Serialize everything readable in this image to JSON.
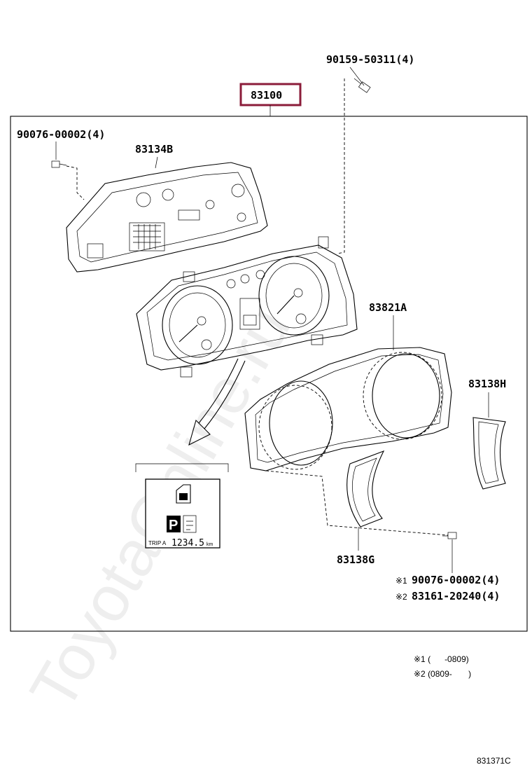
{
  "main_part": {
    "number": "83100",
    "highlight_color": "#8b1c3a"
  },
  "callouts": {
    "screw_top": "90159-50311(4)",
    "screw_left": "90076-00002(4)",
    "back_cover": "83134B",
    "lens": "83821A",
    "trim_right": "83138H",
    "trim_bottom": "83138G",
    "screw_note1": "90076-00002(4)",
    "screw_note2": "83161-20240(4)",
    "mark1": "※1",
    "mark2": "※2"
  },
  "display_inset": {
    "park_letter": "P",
    "trip_label": "TRIP A",
    "odometer": "1234.5",
    "unit": "km"
  },
  "legend": {
    "note1": "※1 (      -0809)",
    "note2": "※2 (0809-       )"
  },
  "watermark": "ToyotaOnline.ru",
  "diagram_code": "831371C"
}
